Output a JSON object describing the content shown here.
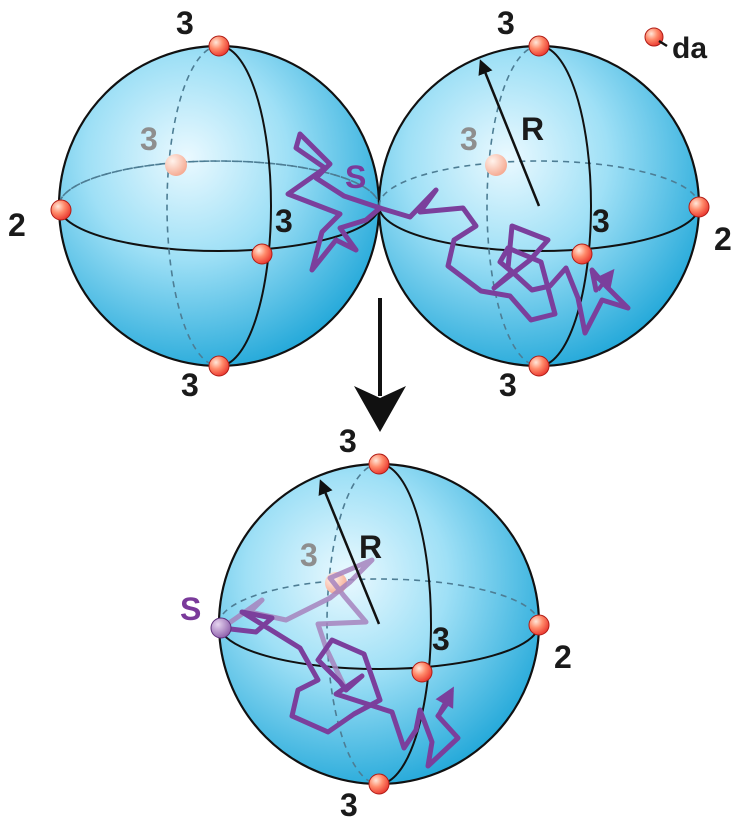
{
  "legend": {
    "label": "da"
  },
  "labels": {
    "vertex3": "3",
    "vertex2": "2",
    "radius": "R",
    "start": "S"
  },
  "colors": {
    "sphere_light": "#eaf9ff",
    "sphere_mid": "#9fe0f6",
    "sphere_dark": "#1ea6d8",
    "outline": "#111111",
    "dash": "#4d7d94",
    "walk": "#7b3f9c",
    "walk_faded": "#a682bd",
    "dot_light": "#ffe7d9",
    "dot_dark": "#e8302a",
    "text_grey": "#8e8e8e"
  },
  "arrow": {
    "direction": "down"
  }
}
